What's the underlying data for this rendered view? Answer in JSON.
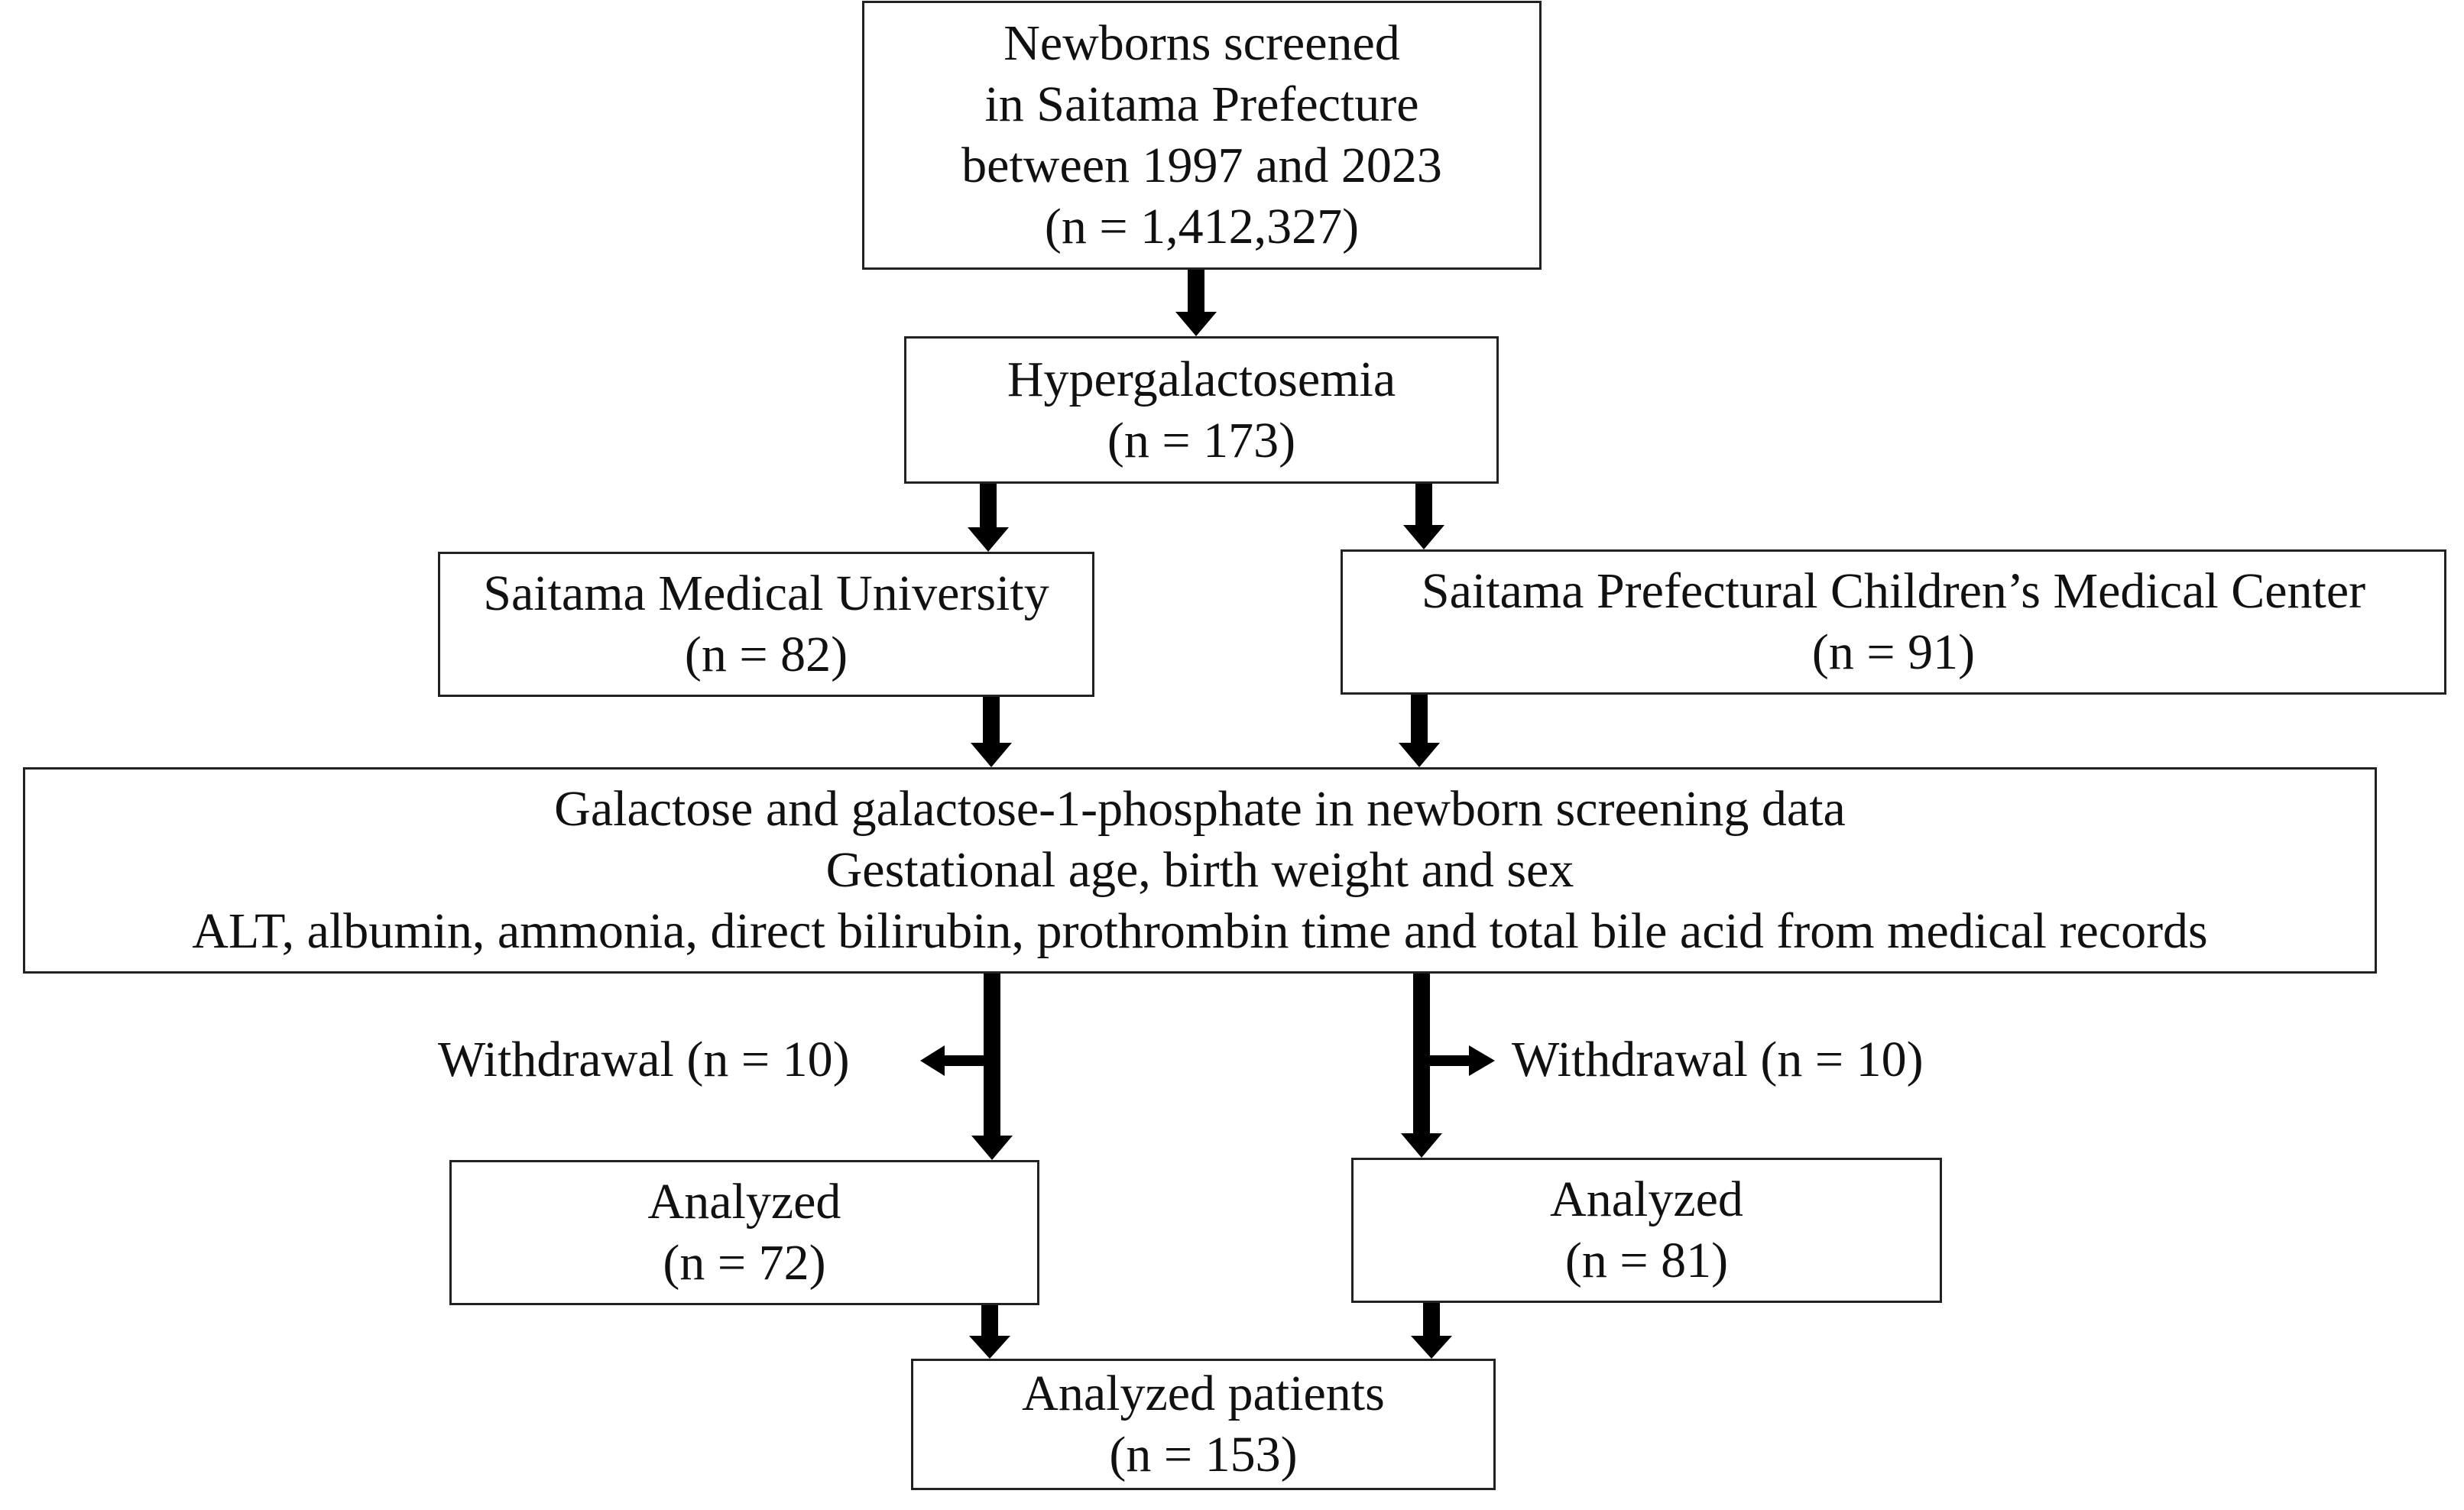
{
  "boxes": {
    "screened": {
      "lines": [
        "Newborns screened",
        "in Saitama Prefecture",
        "between 1997 and 2023",
        "(n = 1,412,327)"
      ]
    },
    "hypergalactosemia": {
      "lines": [
        "Hypergalactosemia",
        "(n = 173)"
      ]
    },
    "saitama_medical_university": {
      "lines": [
        "Saitama Medical University",
        "(n = 82)"
      ]
    },
    "childrens_medical_center": {
      "lines": [
        "Saitama Prefectural Children’s Medical Center",
        "(n = 91)"
      ]
    },
    "data_collected": {
      "lines": [
        "Galactose and galactose-1-phosphate in newborn screening data",
        "Gestational age, birth weight and sex",
        "ALT, albumin, ammonia, direct bilirubin, prothrombin time and total bile acid from medical records"
      ]
    },
    "analyzed_left": {
      "lines": [
        "Analyzed",
        "(n = 72)"
      ]
    },
    "analyzed_right": {
      "lines": [
        "Analyzed",
        "(n = 81)"
      ]
    },
    "analyzed_patients": {
      "lines": [
        "Analyzed patients",
        "(n = 153)"
      ]
    }
  },
  "withdrawals": {
    "left": "Withdrawal (n = 10)",
    "right": "Withdrawal (n = 10)"
  },
  "colors": {
    "arrow": "#000000",
    "border": "#222222",
    "text": "#111111",
    "background": "#ffffff"
  }
}
